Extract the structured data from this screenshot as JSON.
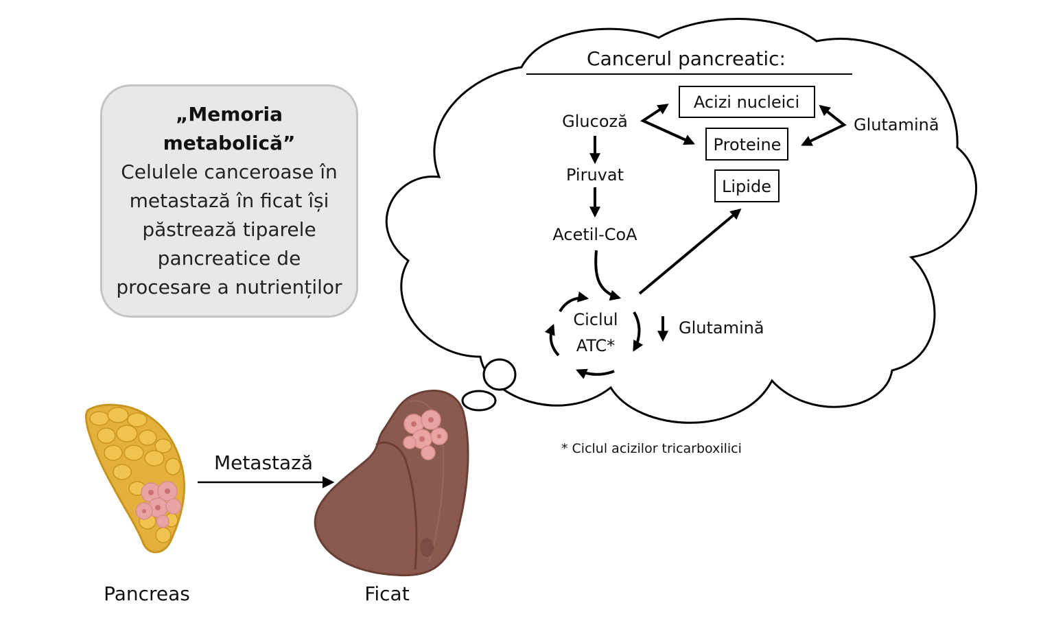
{
  "memory_box": {
    "title": "„Memoria metabolică”",
    "text": "Celulele canceroase în metastază în ficat își păstrează tiparele pancreatice de procesare a nutrienților"
  },
  "cloud": {
    "title": "Cancerul pancreatic:",
    "nodes": {
      "glucose": "Glucoză",
      "pyruvate": "Piruvat",
      "acetyl_coa": "Acetil-CoA",
      "tca_line1": "Ciclul",
      "tca_line2": "ATC*",
      "nucleic_acids": "Acizi nucleici",
      "proteins": "Proteine",
      "lipids": "Lipide",
      "glutamine_top": "Glutamină",
      "glutamine_side": "Glutamină"
    }
  },
  "footnote": "* Ciclul acizilor tricarboxilici",
  "organs": {
    "pancreas_label": "Pancreas",
    "liver_label": "Ficat",
    "metastasis_label": "Metastază"
  }
}
